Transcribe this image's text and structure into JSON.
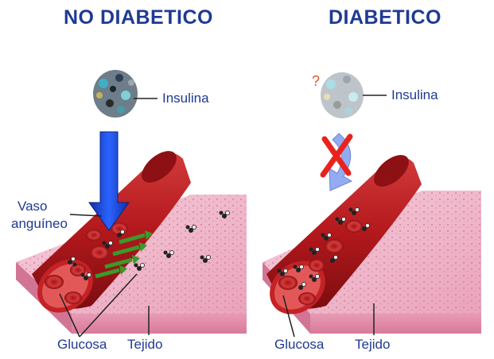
{
  "panels": {
    "left": {
      "title": "NO DIABETICO",
      "insulin_label": "Insulina",
      "vessel_label_line1": "Vaso",
      "vessel_label_line2": "anguíneo",
      "glucose_label": "Glucosa",
      "tissue_label": "Tejido"
    },
    "right": {
      "title": "DIABETICO",
      "question_mark": "?",
      "insulin_label": "Insulina",
      "glucose_label": "Glucosa",
      "tissue_label": "Tejido"
    }
  },
  "colors": {
    "title": "#1f3a93",
    "label": "#1f3a93",
    "vessel": "#b3181c",
    "vessel_inner": "#e05050",
    "tissue": "#f2b7c9",
    "insulin_arrow": "#1d4ee0",
    "glucose_arrow": "#3a9a2a",
    "cross": "#e8231e",
    "question": "#e5532b"
  }
}
